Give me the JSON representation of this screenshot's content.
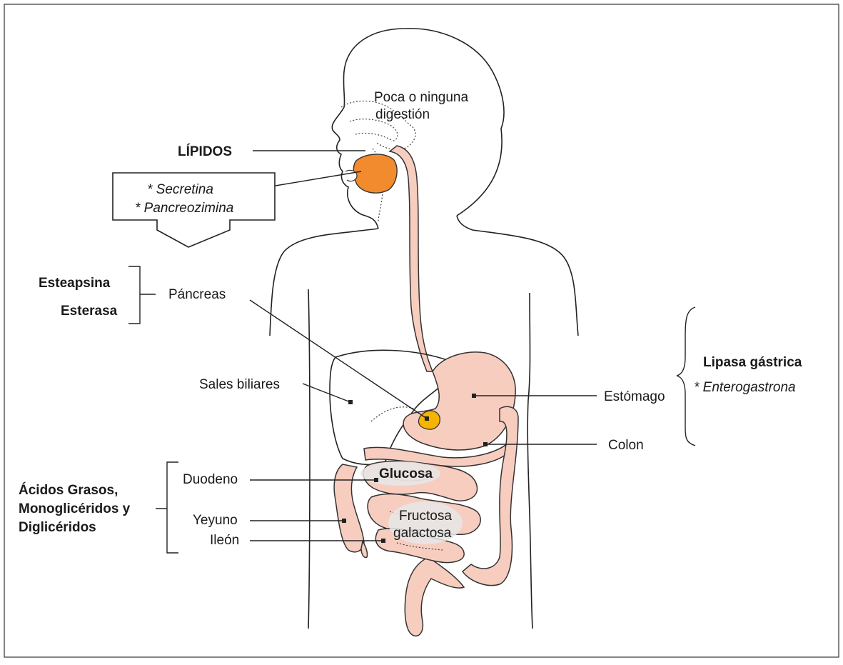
{
  "labels": {
    "poca_line1": "Poca o ninguna",
    "poca_line2": "digestión",
    "lipidos": "LÍPIDOS",
    "secretina": "* Secretina",
    "pancreozimina": "* Pancreozimina",
    "esteapsina": "Esteapsina",
    "esterasa": "Esterasa",
    "pancreas": "Páncreas",
    "sales_biliares": "Sales biliares",
    "estomago": "Estómago",
    "colon": "Colon",
    "lipasa_gastrica": "Lipasa gástrica",
    "enterogastrona": "* Enterogastrona",
    "duodeno": "Duodeno",
    "glucosa": "Glucosa",
    "yeyuno": "Yeyuno",
    "ileon": "Ileón",
    "fructosa": "Fructosa",
    "galactosa": "galactosa",
    "acidos_line1": "Ácidos Grasos,",
    "acidos_line2": "Monoglicéridos y",
    "acidos_line3": "Diglicéridos"
  },
  "colors": {
    "organ_fill": "#f7cdbf",
    "mouth_highlight": "#f28a2e",
    "pancreas_highlight": "#f5b400",
    "sugar_bubble": "#e6e6e6"
  }
}
